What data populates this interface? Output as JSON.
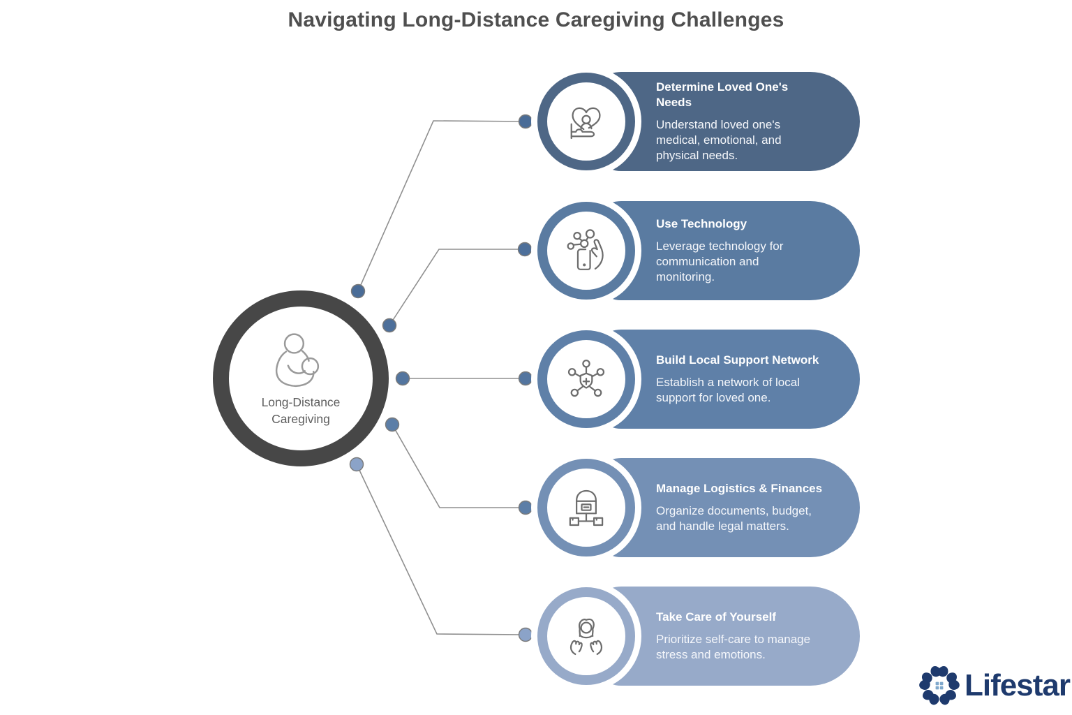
{
  "title": "Navigating Long-Distance Caregiving Challenges",
  "center_node": {
    "label": "Long-Distance Caregiving",
    "ring_color": "#474747",
    "icon": "caregiver-holding-baby-icon"
  },
  "cards": [
    {
      "title": "Determine Loved One's Needs",
      "body": "Understand loved one's medical, emotional, and physical needs.",
      "color": "#4e6786",
      "dot_color": "#4a6c97",
      "icon": "heart-care-icon"
    },
    {
      "title": "Use Technology",
      "body": "Leverage technology for communication and monitoring.",
      "color": "#5a7ba1",
      "dot_color": "#4d6f9a",
      "icon": "technology-icon"
    },
    {
      "title": "Build Local Support Network",
      "body": "Establish a network of local support for loved one.",
      "color": "#5f80a8",
      "dot_color": "#53759f",
      "icon": "support-network-icon"
    },
    {
      "title": "Manage Logistics & Finances",
      "body": "Organize documents, budget, and handle legal matters.",
      "color": "#7490b5",
      "dot_color": "#5c7ea7",
      "icon": "logistics-finances-icon"
    },
    {
      "title": "Take Care of Yourself",
      "body": "Prioritize self-care to manage stress and emotions.",
      "color": "#97aac9",
      "dot_color": "#8ba3c8",
      "icon": "self-care-icon"
    }
  ],
  "connector_color": "#8f8f8f",
  "logo": {
    "text": "Lifestar",
    "color": "#1e3a6d",
    "accent_color": "#7fa8cc"
  }
}
